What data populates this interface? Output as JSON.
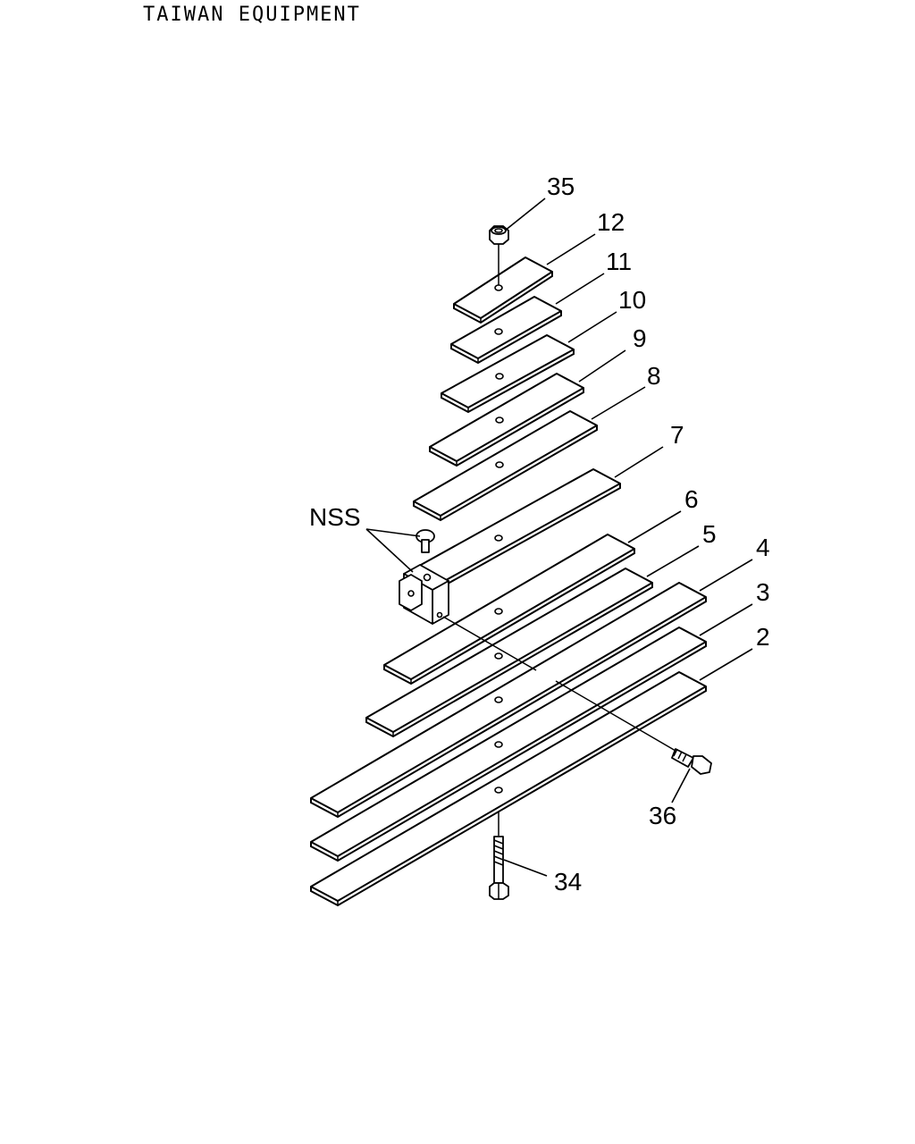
{
  "header": {
    "title": "TAIWAN EQUIPMENT"
  },
  "callouts": {
    "c35": "35",
    "c12": "12",
    "c11": "11",
    "c10": "10",
    "c9": "9",
    "c8": "8",
    "c7": "7",
    "c6": "6",
    "c5": "5",
    "c4": "4",
    "c3": "3",
    "c2": "2",
    "c36": "36",
    "c34": "34",
    "nss": "NSS"
  }
}
